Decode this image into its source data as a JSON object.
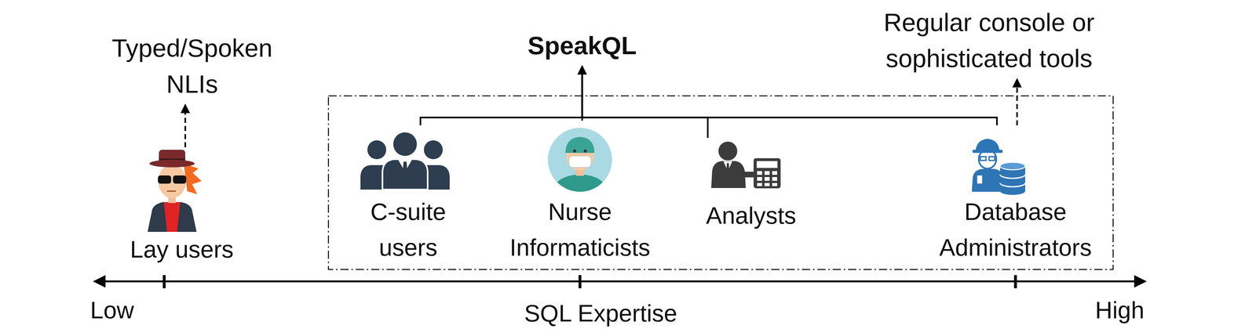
{
  "diagram": {
    "nodes": [
      {
        "text": [
          "Typed/Spoken NLIs"
        ]
      },
      {
        "text": [
          "SpeakQL"
        ]
      },
      {
        "text": [
          "Regular console or sophisticated tools"
        ]
      },
      {
        "text": [
          "Lay users"
        ]
      },
      {
        "text": [
          "C-suite users"
        ]
      },
      {
        "text": [
          "Nurse Informaticists"
        ]
      },
      {
        "text": [
          "Analysts"
        ]
      },
      {
        "text": [
          "Database Administrators"
        ]
      }
    ],
    "edges": [
      {
        "from": 3,
        "to": 0,
        "arrow": "to"
      },
      {
        "from": 4,
        "to": 1,
        "arrow": "to"
      },
      {
        "from": 5,
        "to": 1,
        "arrow": "to"
      },
      {
        "from": 6,
        "to": 1,
        "arrow": "to"
      },
      {
        "from": 7,
        "to": 1,
        "arrow": "to"
      },
      {
        "from": 7,
        "to": 2,
        "arrow": "to"
      }
    ],
    "labels": [
      "Low",
      "SQL Expertise",
      "High"
    ]
  }
}
